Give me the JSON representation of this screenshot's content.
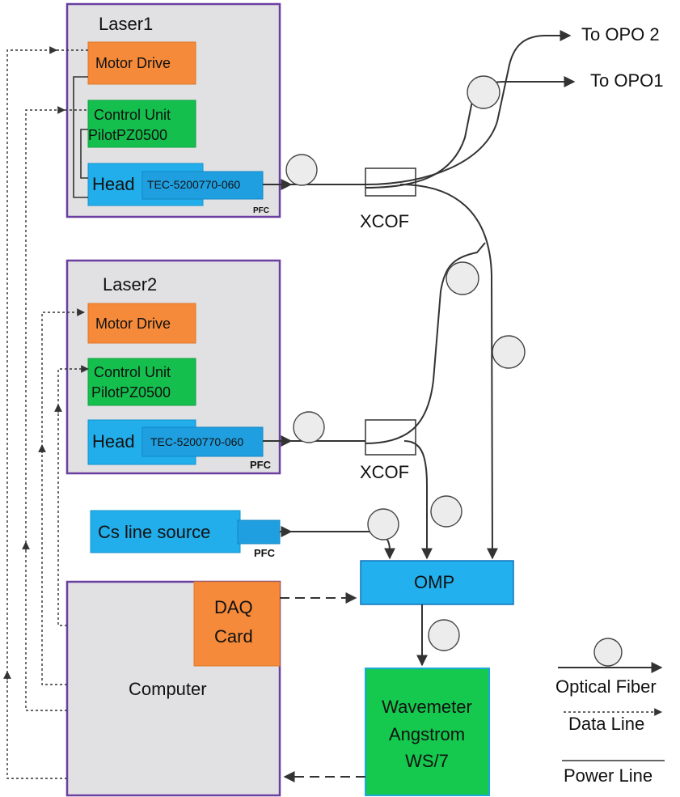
{
  "laser1": {
    "title": "Laser1",
    "motor_drive": "Motor Drive",
    "control_unit_line1": "Control Unit",
    "control_unit_line2": "PilotPZ0500",
    "head": "Head",
    "tec": "TEC-5200770-060",
    "pfc": "PFC"
  },
  "laser2": {
    "title": "Laser2",
    "motor_drive": "Motor Drive",
    "control_unit_line1": "Control Unit",
    "control_unit_line2": "PilotPZ0500",
    "head": "Head",
    "tec": "TEC-5200770-060",
    "pfc": "PFC"
  },
  "xcof1": "XCOF",
  "xcof2": "XCOF",
  "to_opo2": "To OPO 2",
  "to_opo1": "To OPO1",
  "cs_source": {
    "label": "Cs line source",
    "pfc": "PFC"
  },
  "omp": "OMP",
  "computer": {
    "label": "Computer",
    "daq_line1": "DAQ",
    "daq_line2": "Card"
  },
  "wavemeter": {
    "line1": "Wavemeter",
    "line2": "Angstrom",
    "line3": "WS/7"
  },
  "legend": {
    "optical_fiber": "Optical Fiber",
    "data_line": "Data Line",
    "power_line": "Power Line"
  },
  "colors": {
    "panel_border": "#6b3fa0",
    "motor_drive": "#f58a3a",
    "control_unit": "#14bf4e",
    "head": "#21aeea",
    "omp": "#22b0ee",
    "wavemeter": "#14c94e"
  }
}
